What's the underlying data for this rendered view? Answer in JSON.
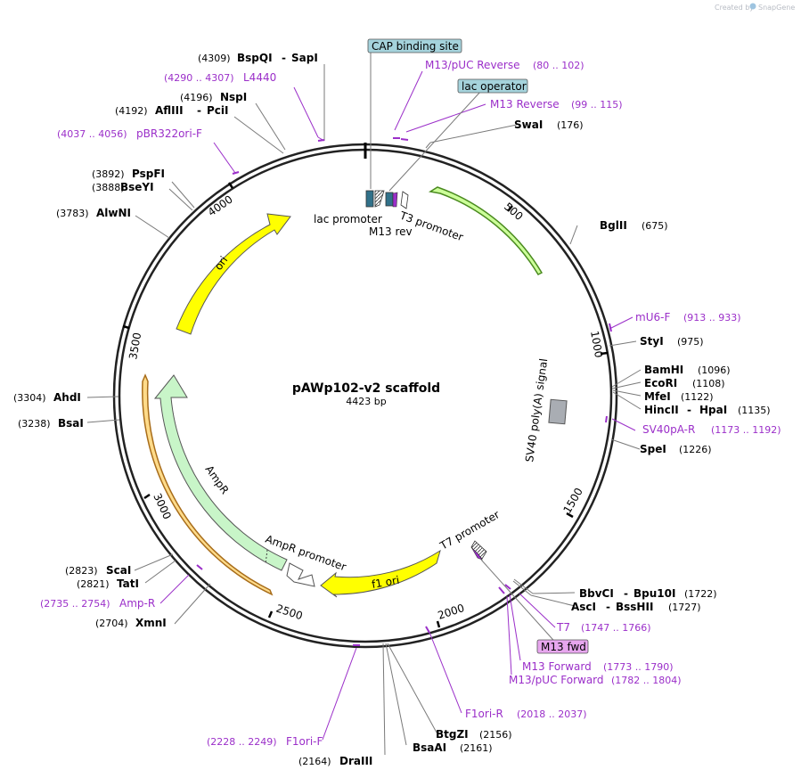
{
  "watermark": {
    "prefix": "Created by",
    "brand": "SnapGene"
  },
  "plasmid": {
    "name": "pAWp102-v2 scaffold",
    "size_label": "4423 bp",
    "length": 4423
  },
  "ticks": [
    "500",
    "1000",
    "1500",
    "2000",
    "2500",
    "3000",
    "3500",
    "4000"
  ],
  "enzymes": {
    "bspqi": {
      "name": "BspQI",
      "pos": "(4309)"
    },
    "sapi": {
      "name": "SapI",
      "sep": "-"
    },
    "nspi": {
      "name": "NspI",
      "pos": "(4196)"
    },
    "afliii": {
      "name": "AflIII",
      "pos": "(4192)"
    },
    "pcii": {
      "name": "PciI",
      "sep": "-"
    },
    "pspfi": {
      "name": "PspFI",
      "pos": "(3892)"
    },
    "bseyi": {
      "name": "BseYI",
      "pos": "(3888)"
    },
    "alwni": {
      "name": "AlwNI",
      "pos": "(3783)"
    },
    "ahdi": {
      "name": "AhdI",
      "pos": "(3304)"
    },
    "bsai": {
      "name": "BsaI",
      "pos": "(3238)"
    },
    "scai": {
      "name": "ScaI",
      "pos": "(2823)"
    },
    "tati": {
      "name": "TatI",
      "pos": "(2821)"
    },
    "xmni": {
      "name": "XmnI",
      "pos": "(2704)"
    },
    "drai": {
      "name": "DraIII",
      "pos": "(2164)"
    },
    "bsaai": {
      "name": "BsaAI",
      "pos": "(2161)"
    },
    "btgzi": {
      "name": "BtgZI",
      "pos": "(2156)"
    },
    "swai": {
      "name": "SwaI",
      "pos": "(176)"
    },
    "bglii": {
      "name": "BglII",
      "pos": "(675)"
    },
    "styi": {
      "name": "StyI",
      "pos": "(975)"
    },
    "bamhi": {
      "name": "BamHI",
      "pos": "(1096)"
    },
    "ecori": {
      "name": "EcoRI",
      "pos": "(1108)"
    },
    "mfei": {
      "name": "MfeI",
      "pos": "(1122)"
    },
    "hincii": {
      "name": "HincII",
      "sep": "-"
    },
    "hpai": {
      "name": "HpaI",
      "pos": "(1135)"
    },
    "spei": {
      "name": "SpeI",
      "pos": "(1226)"
    },
    "bbvci": {
      "name": "BbvCI",
      "sep": "-"
    },
    "bpu10i": {
      "name": "Bpu10I",
      "pos": "(1722)"
    },
    "asci": {
      "name": "AscI",
      "sep": "-"
    },
    "bsshii": {
      "name": "BssHII",
      "pos": "(1727)"
    }
  },
  "primers": {
    "l4440": {
      "range": "(4290 .. 4307)",
      "name": "L4440"
    },
    "pbr322": {
      "range": "(4037 .. 4056)",
      "name": "pBR322ori-F"
    },
    "ampr_p": {
      "range": "(2735 .. 2754)",
      "name": "Amp-R"
    },
    "f1ori_f": {
      "range": "(2228 .. 2249)",
      "name": "F1ori-F"
    },
    "m13puc_rev": {
      "name": "M13/pUC Reverse",
      "range": "(80 .. 102)"
    },
    "m13_rev": {
      "name": "M13 Reverse",
      "range": "(99 .. 115)"
    },
    "mu6f": {
      "name": "mU6-F",
      "range": "(913 .. 933)"
    },
    "sv40pa_r": {
      "name": "SV40pA-R",
      "range": "(1173 .. 1192)"
    },
    "t7": {
      "name": "T7",
      "range": "(1747 .. 1766)"
    },
    "m13_fwd": {
      "name": "M13 Forward",
      "range": "(1773 .. 1790)"
    },
    "m13puc_fwd": {
      "name": "M13/pUC Forward",
      "range": "(1782 .. 1804)"
    },
    "f1ori_r": {
      "name": "F1ori-R",
      "range": "(2018 .. 2037)"
    }
  },
  "boxed_labels": {
    "cap": "CAP binding site",
    "lacop": "lac operator",
    "m13fwd": "M13 fwd"
  },
  "features": {
    "lac_promoter": "lac promoter",
    "m13_rev": "M13 rev",
    "t3_promoter": "T3 promoter",
    "sv40": "SV40 poly(A) signal",
    "t7_promoter": "T7 promoter",
    "f1_ori": "f1 ori",
    "ampr_promoter": "AmpR promoter",
    "ampr": "AmpR",
    "ori": "ori"
  },
  "colors": {
    "primer": "#9b2fc9",
    "ori": "#ffff00",
    "f1ori": "#ffff00",
    "ampr": "#c8f5c8",
    "green_feature": "#ccff99",
    "orange_feature": "#ffdb8a",
    "boxed": "#a5d3dc",
    "m13fwd_box": "#e7a6ee"
  }
}
